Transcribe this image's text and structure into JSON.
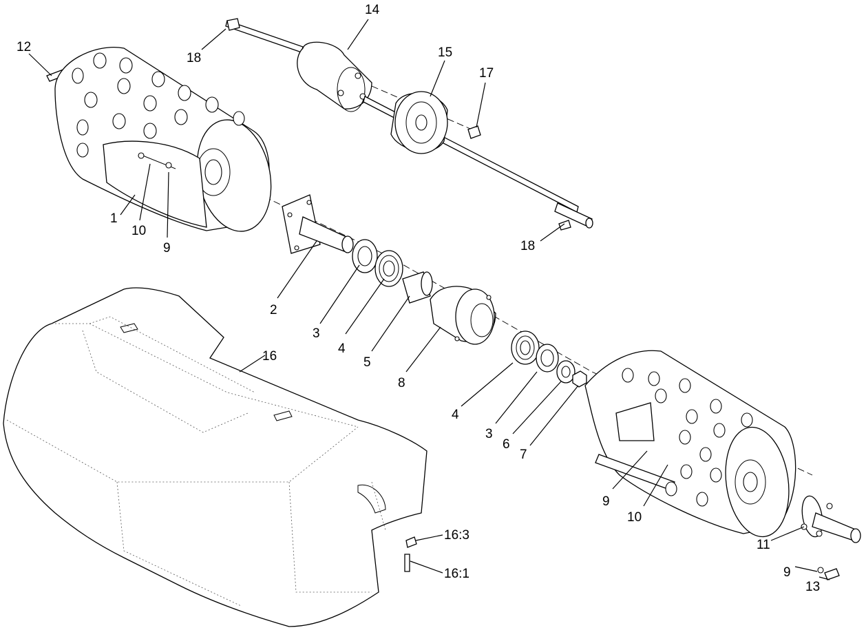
{
  "diagram": {
    "callouts": [
      {
        "id": "c12",
        "label": "12"
      },
      {
        "id": "c18a",
        "label": "18"
      },
      {
        "id": "c14",
        "label": "14"
      },
      {
        "id": "c15",
        "label": "15"
      },
      {
        "id": "c17",
        "label": "17"
      },
      {
        "id": "c1",
        "label": "1"
      },
      {
        "id": "c10a",
        "label": "10"
      },
      {
        "id": "c9a",
        "label": "9"
      },
      {
        "id": "c18b",
        "label": "18"
      },
      {
        "id": "c2",
        "label": "2"
      },
      {
        "id": "c3a",
        "label": "3"
      },
      {
        "id": "c4a",
        "label": "4"
      },
      {
        "id": "c5",
        "label": "5"
      },
      {
        "id": "c8",
        "label": "8"
      },
      {
        "id": "c16",
        "label": "16"
      },
      {
        "id": "c4b",
        "label": "4"
      },
      {
        "id": "c3b",
        "label": "3"
      },
      {
        "id": "c6",
        "label": "6"
      },
      {
        "id": "c7",
        "label": "7"
      },
      {
        "id": "c9b",
        "label": "9"
      },
      {
        "id": "c10b",
        "label": "10"
      },
      {
        "id": "c11",
        "label": "11"
      },
      {
        "id": "c9c",
        "label": "9"
      },
      {
        "id": "c13",
        "label": "13"
      },
      {
        "id": "c16_3",
        "label": "16:3"
      },
      {
        "id": "c16_1",
        "label": "16:1"
      }
    ]
  }
}
